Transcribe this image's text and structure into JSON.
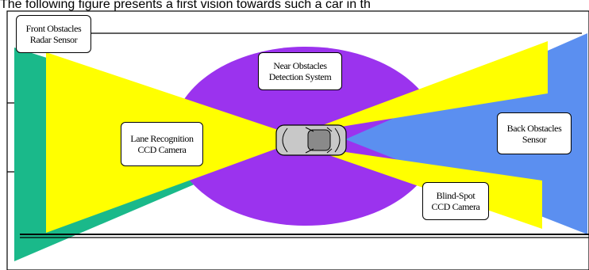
{
  "caption": "The following figure presents a first vision towards such a car in th",
  "labels": {
    "front_radar": [
      "Front Obstacles",
      "Radar Sensor"
    ],
    "near_obstacles": [
      "Near Obstacles",
      "Detection System"
    ],
    "lane_recognition": [
      "Lane Recognition",
      "CCD Camera"
    ],
    "back_obstacles": [
      "Back Obstacles",
      "Sensor"
    ],
    "blind_spot": [
      "Blind-Spot",
      "CCD Camera"
    ]
  },
  "colors": {
    "front_radar_zone": "#1ab98a",
    "camera_beams": "#ffff00",
    "near_obstacles_zone": "#9b33ee",
    "back_sensor_zone": "#5b8ff0",
    "road_lines": "#000000",
    "car_body": "#c0c0c0"
  }
}
